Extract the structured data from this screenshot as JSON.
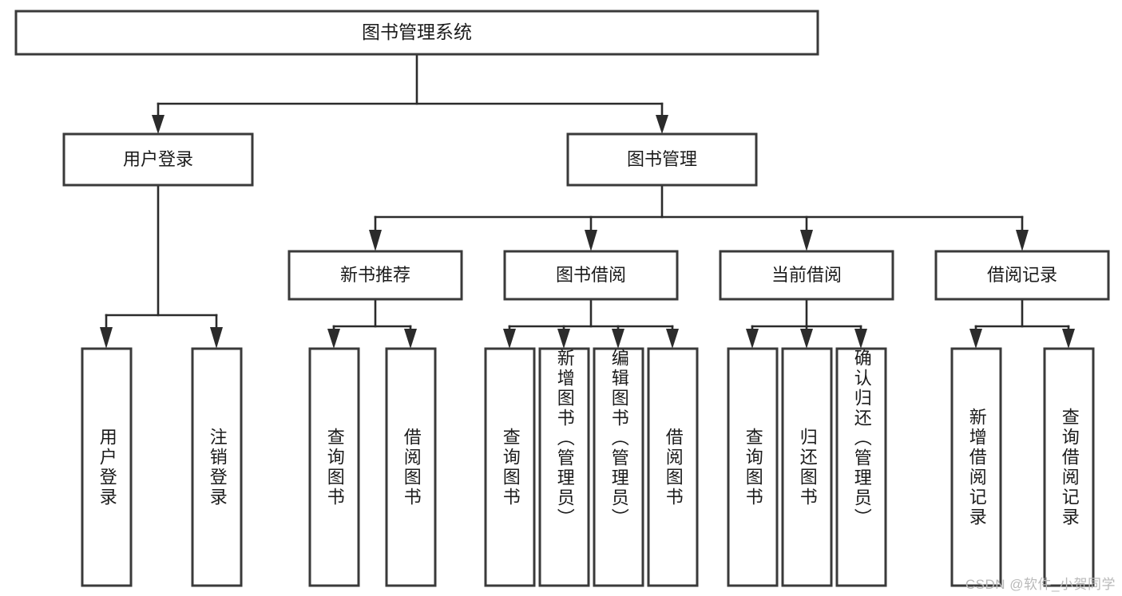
{
  "diagram": {
    "type": "tree-hierarchy",
    "title": "图书管理系统",
    "root": {
      "id": "root",
      "label": "图书管理系统"
    },
    "level2": [
      {
        "id": "user-login",
        "label": "用户登录"
      },
      {
        "id": "book-manage",
        "label": "图书管理"
      }
    ],
    "level3": [
      {
        "id": "new-book-rec",
        "label": "新书推荐"
      },
      {
        "id": "book-borrow",
        "label": "图书借阅"
      },
      {
        "id": "current-borrow",
        "label": "当前借阅"
      },
      {
        "id": "borrow-record",
        "label": "借阅记录"
      }
    ],
    "leaves": [
      {
        "id": "leaf-user-login",
        "label": "用户登录",
        "parent": "user-login"
      },
      {
        "id": "leaf-user-logout",
        "label": "注销登录",
        "parent": "user-login"
      },
      {
        "id": "leaf-query-book-1",
        "label": "查询图书",
        "parent": "new-book-rec"
      },
      {
        "id": "leaf-borrow-book-1",
        "label": "借阅图书",
        "parent": "new-book-rec"
      },
      {
        "id": "leaf-query-book-2",
        "label": "查询图书",
        "parent": "book-borrow"
      },
      {
        "id": "leaf-add-book",
        "label": "新增图书（管理员）",
        "parent": "book-borrow"
      },
      {
        "id": "leaf-edit-book",
        "label": "编辑图书（管理员）",
        "parent": "book-borrow"
      },
      {
        "id": "leaf-borrow-book-2",
        "label": "借阅图书",
        "parent": "book-borrow"
      },
      {
        "id": "leaf-query-book-3",
        "label": "查询图书",
        "parent": "current-borrow"
      },
      {
        "id": "leaf-return-book",
        "label": "归还图书",
        "parent": "current-borrow"
      },
      {
        "id": "leaf-confirm-return",
        "label": "确认归还（管理员）",
        "parent": "current-borrow"
      },
      {
        "id": "leaf-add-record",
        "label": "新增借阅记录",
        "parent": "borrow-record"
      },
      {
        "id": "leaf-query-record",
        "label": "查询借阅记录",
        "parent": "borrow-record"
      }
    ],
    "colors": {
      "box_fill": "#ffffff",
      "box_stroke": "#3a3a3a",
      "connector": "#2b2b2b",
      "text": "#1b1b1b",
      "watermark": "#b9b9b9",
      "background": "#ffffff"
    }
  },
  "watermark": {
    "text": "CSDN @软件_小贺同学"
  }
}
